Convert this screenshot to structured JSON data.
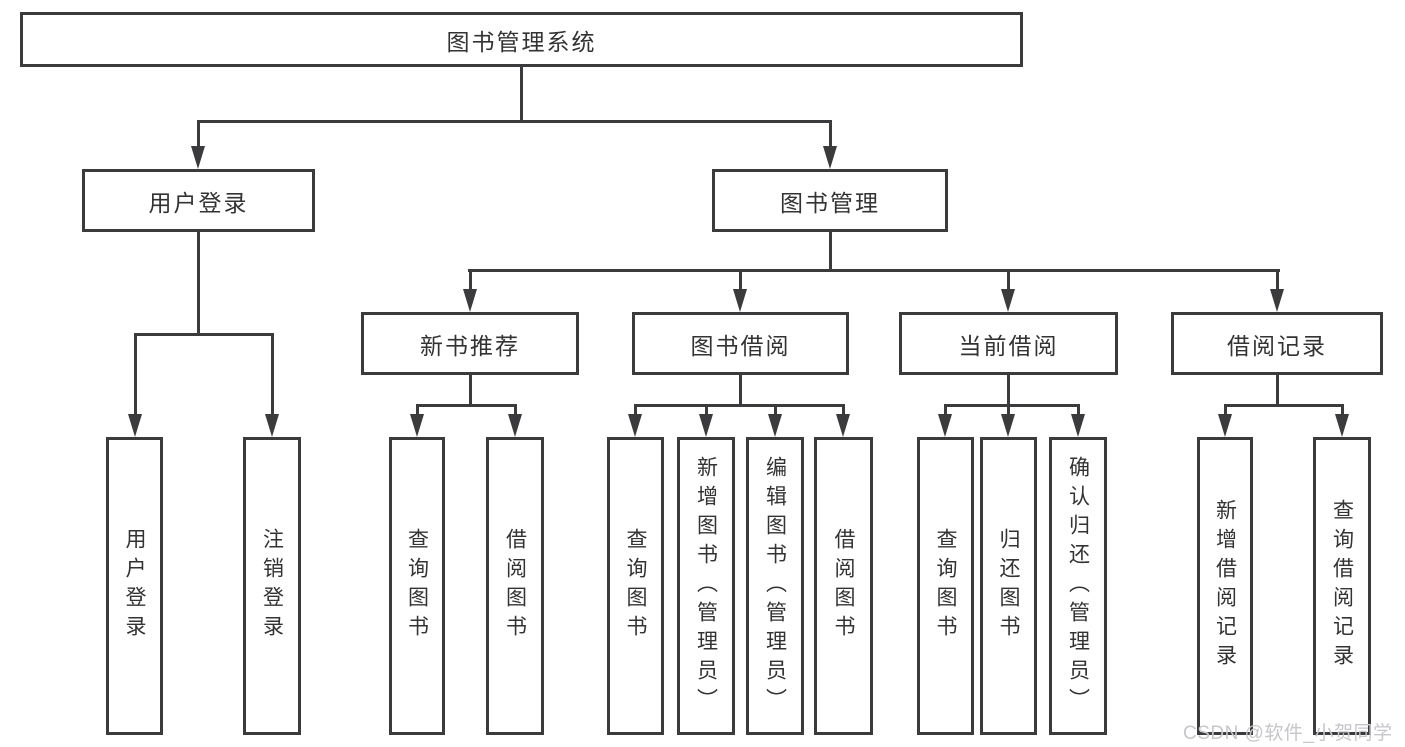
{
  "tree": {
    "root": {
      "label": "图书管理系统",
      "children": [
        {
          "label": "用户登录",
          "children": [
            {
              "label": "用户登录"
            },
            {
              "label": "注销登录"
            }
          ]
        },
        {
          "label": "图书管理",
          "children": [
            {
              "label": "新书推荐",
              "children": [
                {
                  "label": "查询图书"
                },
                {
                  "label": "借阅图书"
                }
              ]
            },
            {
              "label": "图书借阅",
              "children": [
                {
                  "label": "查询图书"
                },
                {
                  "label": "新增图书（管理员）"
                },
                {
                  "label": "编辑图书（管理员）"
                },
                {
                  "label": "借阅图书"
                }
              ]
            },
            {
              "label": "当前借阅",
              "children": [
                {
                  "label": "查询图书"
                },
                {
                  "label": "归还图书"
                },
                {
                  "label": "确认归还（管理员）"
                }
              ]
            },
            {
              "label": "借阅记录",
              "children": [
                {
                  "label": "新增借阅记录"
                },
                {
                  "label": "查询借阅记录"
                }
              ]
            }
          ]
        }
      ]
    }
  },
  "watermark": "CSDN @软件_小贺同学",
  "colors": {
    "line": "#3b3b3d",
    "text": "#333333",
    "watermark": "#c6c6cc",
    "background": "#ffffff"
  }
}
